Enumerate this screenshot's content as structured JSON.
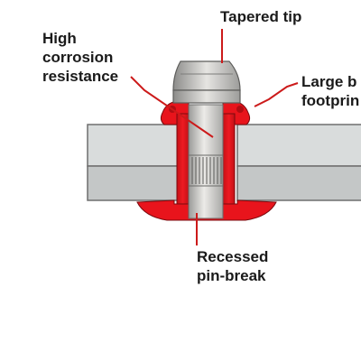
{
  "labels": {
    "tapered_tip": "Tapered tip",
    "corrosion": [
      "High",
      "corrosion",
      "resistance"
    ],
    "footprint": [
      "Large b",
      "footprin"
    ],
    "pin_break": [
      "Recessed",
      "pin-break"
    ]
  },
  "colors": {
    "rivet_red": "#e8141c",
    "plate_light": "#d9dcdc",
    "plate_dark": "#c4c7c7",
    "pin_metal": "#d4d4d2",
    "leader_line": "#cc1a1a",
    "text": "#1a1a1a"
  }
}
